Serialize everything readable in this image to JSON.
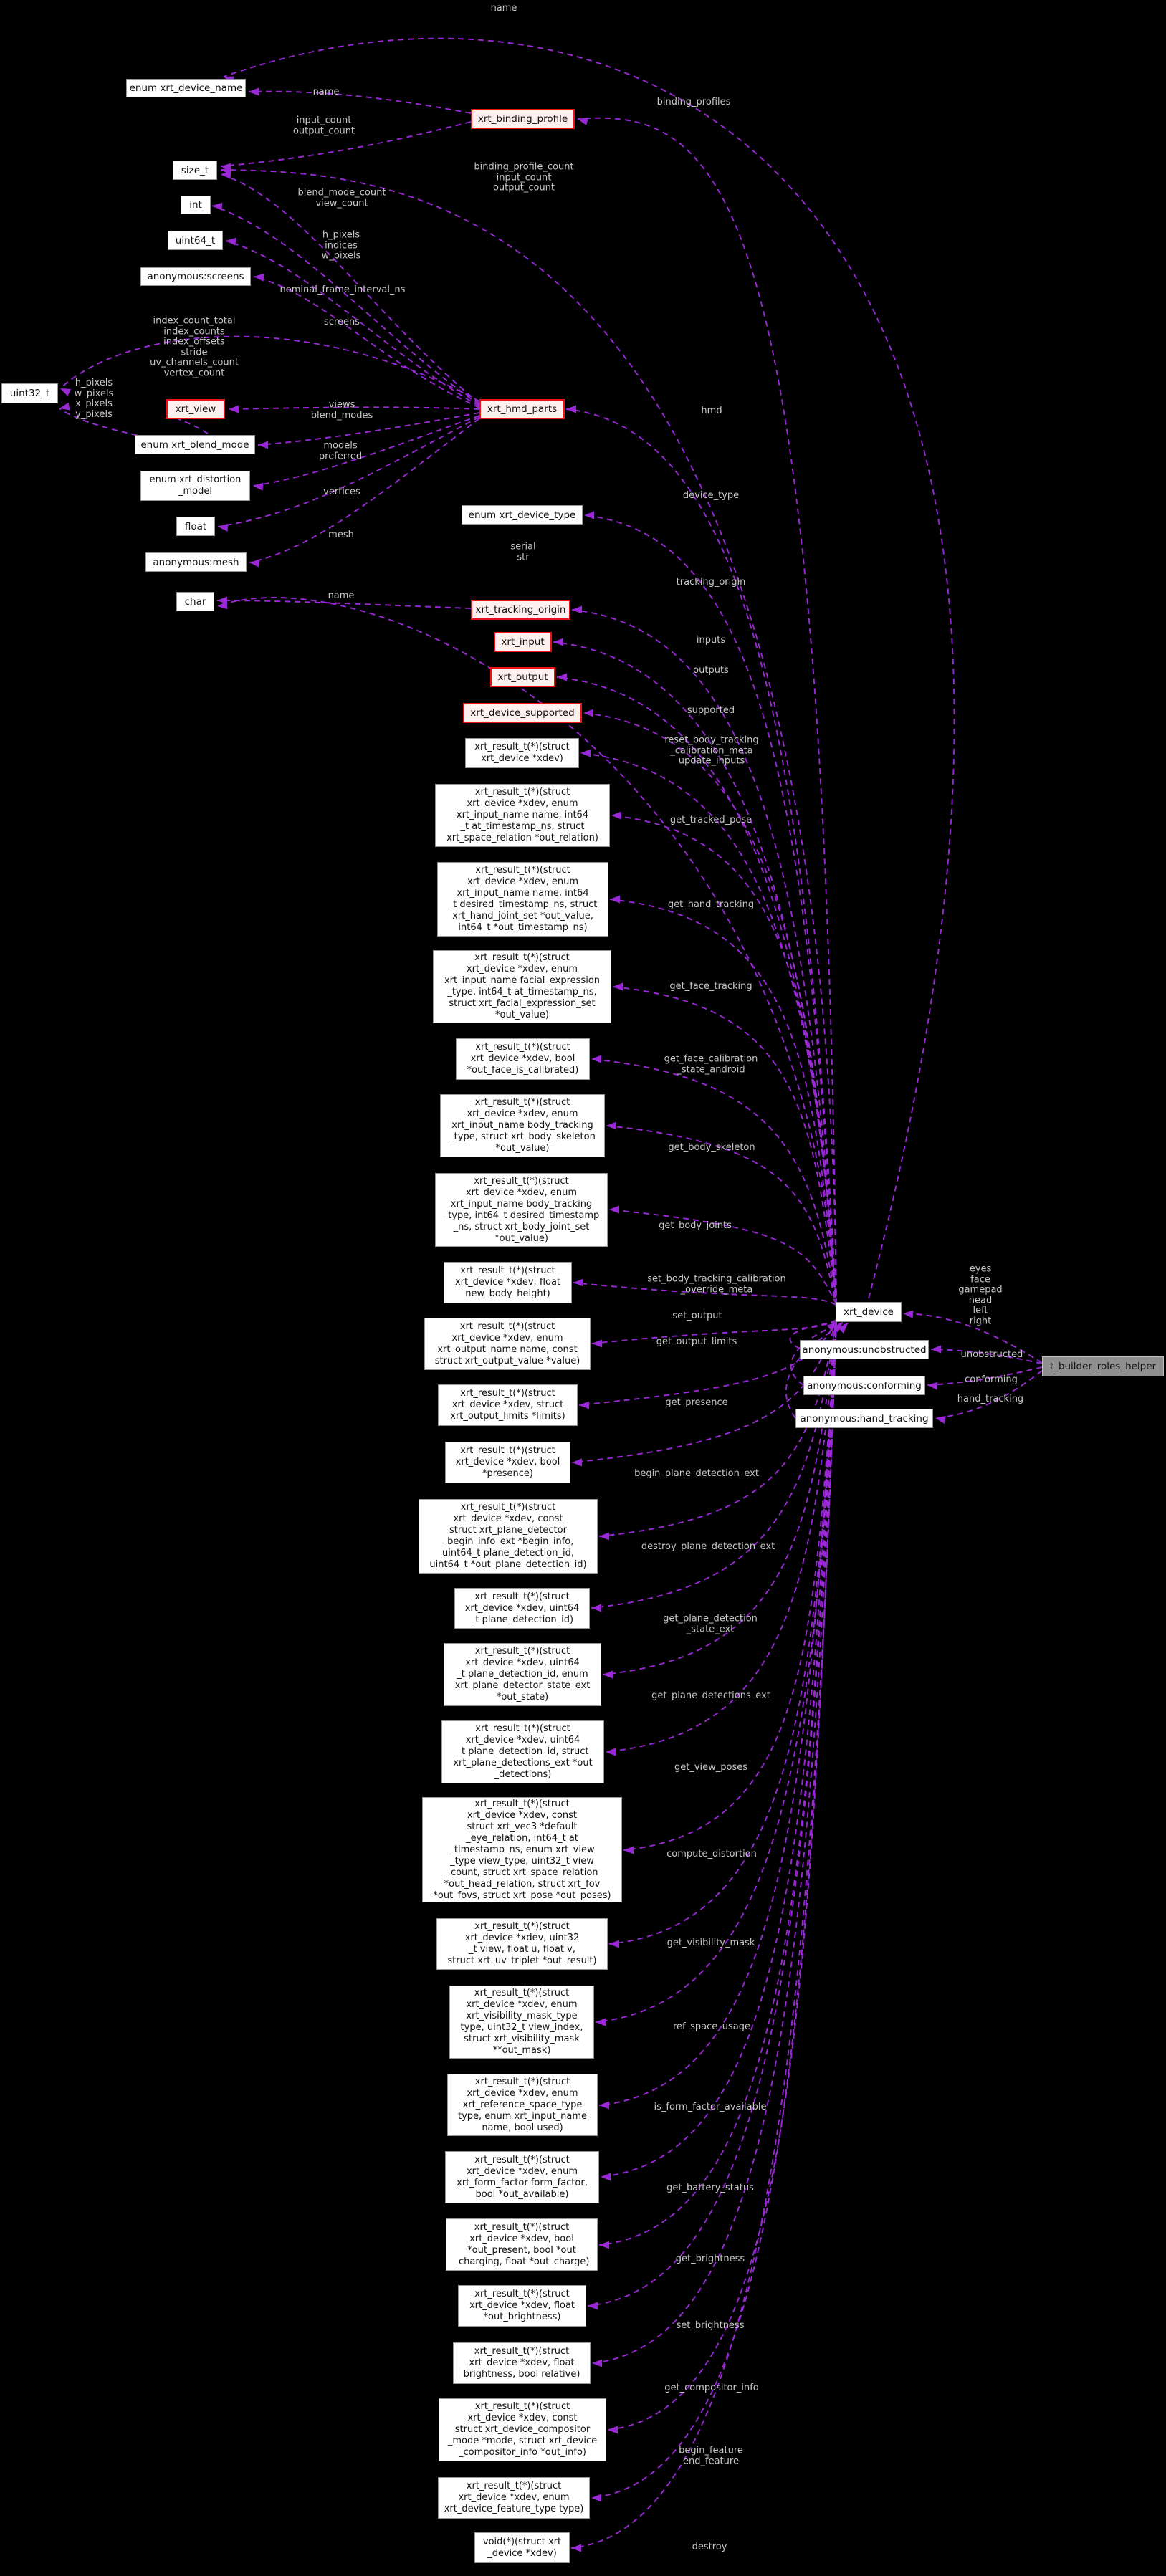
{
  "diagram": {
    "title": "xrt_device collaboration graph",
    "colors": {
      "background": "#000000",
      "edge": "#9a28d7",
      "edge_label": "#c8c8c8",
      "node_fill": "#ffffff",
      "node_border": "#969696",
      "red_node_border": "#ee1111",
      "red_node_fill": "#fff0f0",
      "gray_node_fill": "#8f8f8f"
    }
  },
  "nodes": [
    {
      "id": "enum_xrt_device_name",
      "style": "plain",
      "label": "enum xrt_device_name"
    },
    {
      "id": "xrt_binding_profile",
      "style": "red",
      "label": "xrt_binding_profile"
    },
    {
      "id": "size_t",
      "style": "plain",
      "label": "size_t"
    },
    {
      "id": "int",
      "style": "plain",
      "label": "int"
    },
    {
      "id": "uint64_t",
      "style": "plain",
      "label": "uint64_t"
    },
    {
      "id": "anonymous_screens",
      "style": "plain",
      "label": "anonymous:screens"
    },
    {
      "id": "uint32_t",
      "style": "plain",
      "label": "uint32_t"
    },
    {
      "id": "xrt_view",
      "style": "red",
      "label": "xrt_view"
    },
    {
      "id": "enum_xrt_blend_mode",
      "style": "plain",
      "label": "enum xrt_blend_mode"
    },
    {
      "id": "enum_xrt_distortion_model",
      "style": "plain",
      "label": "enum xrt_distortion\n_model"
    },
    {
      "id": "float",
      "style": "plain",
      "label": "float"
    },
    {
      "id": "anonymous_mesh",
      "style": "plain",
      "label": "anonymous:mesh"
    },
    {
      "id": "char",
      "style": "plain",
      "label": "char"
    },
    {
      "id": "xrt_hmd_parts",
      "style": "red",
      "label": "xrt_hmd_parts"
    },
    {
      "id": "enum_xrt_device_type",
      "style": "plain",
      "label": "enum xrt_device_type"
    },
    {
      "id": "xrt_tracking_origin",
      "style": "red",
      "label": "xrt_tracking_origin"
    },
    {
      "id": "xrt_input",
      "style": "red",
      "label": "xrt_input"
    },
    {
      "id": "xrt_output",
      "style": "red",
      "label": "xrt_output"
    },
    {
      "id": "xrt_device_supported",
      "style": "red",
      "label": "xrt_device_supported"
    },
    {
      "id": "fn_update_inputs",
      "style": "plain",
      "label": "xrt_result_t(*)(struct\nxrt_device *xdev)"
    },
    {
      "id": "fn_get_tracked_pose",
      "style": "plain",
      "label": "xrt_result_t(*)(struct\nxrt_device *xdev, enum\nxrt_input_name name, int64\n_t at_timestamp_ns, struct\nxrt_space_relation *out_relation)"
    },
    {
      "id": "fn_get_hand_tracking",
      "style": "plain",
      "label": "xrt_result_t(*)(struct\nxrt_device *xdev, enum\nxrt_input_name name, int64\n_t desired_timestamp_ns, struct\nxrt_hand_joint_set *out_value,\nint64_t *out_timestamp_ns)"
    },
    {
      "id": "fn_get_face_tracking",
      "style": "plain",
      "label": "xrt_result_t(*)(struct\nxrt_device *xdev, enum\nxrt_input_name facial_expression\n_type, int64_t at_timestamp_ns,\nstruct xrt_facial_expression_set\n*out_value)"
    },
    {
      "id": "fn_get_face_calibration",
      "style": "plain",
      "label": "xrt_result_t(*)(struct\nxrt_device *xdev, bool\n*out_face_is_calibrated)"
    },
    {
      "id": "fn_get_body_skeleton",
      "style": "plain",
      "label": "xrt_result_t(*)(struct\nxrt_device *xdev, enum\nxrt_input_name body_tracking\n_type, struct xrt_body_skeleton\n*out_value)"
    },
    {
      "id": "fn_get_body_joints",
      "style": "plain",
      "label": "xrt_result_t(*)(struct\nxrt_device *xdev, enum\nxrt_input_name body_tracking\n_type, int64_t desired_timestamp\n_ns, struct xrt_body_joint_set\n*out_value)"
    },
    {
      "id": "fn_set_body_height",
      "style": "plain",
      "label": "xrt_result_t(*)(struct\nxrt_device *xdev, float\nnew_body_height)"
    },
    {
      "id": "fn_set_output",
      "style": "plain",
      "label": "xrt_result_t(*)(struct\nxrt_device *xdev, enum\nxrt_output_name name, const\nstruct xrt_output_value *value)"
    },
    {
      "id": "fn_get_output_limits",
      "style": "plain",
      "label": "xrt_result_t(*)(struct\nxrt_device *xdev, struct\nxrt_output_limits *limits)"
    },
    {
      "id": "fn_get_presence",
      "style": "plain",
      "label": "xrt_result_t(*)(struct\nxrt_device *xdev, bool\n*presence)"
    },
    {
      "id": "fn_begin_plane_detection",
      "style": "plain",
      "label": "xrt_result_t(*)(struct\nxrt_device *xdev, const\nstruct xrt_plane_detector\n_begin_info_ext *begin_info,\nuint64_t plane_detection_id,\nuint64_t *out_plane_detection_id)"
    },
    {
      "id": "fn_destroy_plane_detection",
      "style": "plain",
      "label": "xrt_result_t(*)(struct\nxrt_device *xdev, uint64\n_t plane_detection_id)"
    },
    {
      "id": "fn_get_plane_detection_state",
      "style": "plain",
      "label": "xrt_result_t(*)(struct\nxrt_device *xdev, uint64\n_t plane_detection_id, enum\nxrt_plane_detector_state_ext\n*out_state)"
    },
    {
      "id": "fn_get_plane_detections",
      "style": "plain",
      "label": "xrt_result_t(*)(struct\nxrt_device *xdev, uint64\n_t plane_detection_id, struct\nxrt_plane_detections_ext *out\n_detections)"
    },
    {
      "id": "fn_get_view_poses",
      "style": "plain",
      "label": "xrt_result_t(*)(struct\nxrt_device *xdev, const\nstruct xrt_vec3 *default\n_eye_relation, int64_t at\n_timestamp_ns, enum xrt_view\n_type view_type, uint32_t view\n_count, struct xrt_space_relation\n*out_head_relation, struct xrt_fov\n*out_fovs, struct xrt_pose *out_poses)"
    },
    {
      "id": "fn_compute_distortion",
      "style": "plain",
      "label": "xrt_result_t(*)(struct\nxrt_device *xdev, uint32\n_t view, float u, float v,\nstruct xrt_uv_triplet *out_result)"
    },
    {
      "id": "fn_get_visibility_mask",
      "style": "plain",
      "label": "xrt_result_t(*)(struct\nxrt_device *xdev, enum\nxrt_visibility_mask_type\ntype, uint32_t view_index,\nstruct xrt_visibility_mask\n**out_mask)"
    },
    {
      "id": "fn_ref_space_usage",
      "style": "plain",
      "label": "xrt_result_t(*)(struct\nxrt_device *xdev, enum\nxrt_reference_space_type\ntype, enum xrt_input_name\nname, bool used)"
    },
    {
      "id": "fn_is_form_factor",
      "style": "plain",
      "label": "xrt_result_t(*)(struct\nxrt_device *xdev, enum\nxrt_form_factor form_factor,\nbool *out_available)"
    },
    {
      "id": "fn_get_battery_status",
      "style": "plain",
      "label": "xrt_result_t(*)(struct\nxrt_device *xdev, bool\n*out_present, bool *out\n_charging, float *out_charge)"
    },
    {
      "id": "fn_get_brightness",
      "style": "plain",
      "label": "xrt_result_t(*)(struct\nxrt_device *xdev, float\n*out_brightness)"
    },
    {
      "id": "fn_set_brightness",
      "style": "plain",
      "label": "xrt_result_t(*)(struct\nxrt_device *xdev, float\nbrightness, bool relative)"
    },
    {
      "id": "fn_get_compositor_info",
      "style": "plain",
      "label": "xrt_result_t(*)(struct\nxrt_device *xdev, const\nstruct xrt_device_compositor\n_mode *mode, struct xrt_device\n_compositor_info *out_info)"
    },
    {
      "id": "fn_begin_feature",
      "style": "plain",
      "label": "xrt_result_t(*)(struct\nxrt_device *xdev, enum\nxrt_device_feature_type type)"
    },
    {
      "id": "fn_destroy",
      "style": "plain",
      "label": "void(*)(struct xrt\n_device *xdev)"
    },
    {
      "id": "xrt_device",
      "style": "plain",
      "label": "xrt_device"
    },
    {
      "id": "anonymous_unobstructed",
      "style": "plain",
      "label": "anonymous:unobstructed"
    },
    {
      "id": "anonymous_conforming",
      "style": "plain",
      "label": "anonymous:conforming"
    },
    {
      "id": "anonymous_hand_tracking",
      "style": "plain",
      "label": "anonymous:hand_tracking"
    },
    {
      "id": "t_builder_roles_helper",
      "style": "gray",
      "label": "t_builder_roles_helper"
    }
  ],
  "edge_labels": [
    {
      "id": "name_top",
      "text": "name"
    },
    {
      "id": "name2",
      "text": "name"
    },
    {
      "id": "input_output_count",
      "text": "input_count\noutput_count"
    },
    {
      "id": "binding_profiles",
      "text": "binding_profiles"
    },
    {
      "id": "bpc",
      "text": "binding_profile_count\ninput_count\noutput_count"
    },
    {
      "id": "blend_view_count",
      "text": "blend_mode_count\nview_count"
    },
    {
      "id": "hiw",
      "text": "h_pixels\nindices\nw_pixels"
    },
    {
      "id": "nominal",
      "text": "nominal_frame_interval_ns"
    },
    {
      "id": "screens",
      "text": "screens"
    },
    {
      "id": "index6",
      "text": "index_count_total\nindex_counts\nindex_offsets\nstride\nuv_channels_count\nvertex_count"
    },
    {
      "id": "pix4",
      "text": "h_pixels\nw_pixels\nx_pixels\ny_pixels"
    },
    {
      "id": "views_blend",
      "text": "views\nblend_modes"
    },
    {
      "id": "models_pref",
      "text": "models\npreferred"
    },
    {
      "id": "vertices",
      "text": "vertices"
    },
    {
      "id": "mesh",
      "text": "mesh"
    },
    {
      "id": "name3",
      "text": "name"
    },
    {
      "id": "hmd",
      "text": "hmd"
    },
    {
      "id": "device_type",
      "text": "device_type"
    },
    {
      "id": "serial_str",
      "text": "serial\nstr"
    },
    {
      "id": "tracking_origin",
      "text": "tracking_origin"
    },
    {
      "id": "inputs",
      "text": "inputs"
    },
    {
      "id": "outputs",
      "text": "outputs"
    },
    {
      "id": "supported",
      "text": "supported"
    },
    {
      "id": "reset_body",
      "text": "reset_body_tracking\n_calibration_meta\nupdate_inputs"
    },
    {
      "id": "get_tracked_pose",
      "text": "get_tracked_pose"
    },
    {
      "id": "get_hand_tracking",
      "text": "get_hand_tracking"
    },
    {
      "id": "get_face_tracking",
      "text": "get_face_tracking"
    },
    {
      "id": "get_face_calibration",
      "text": "get_face_calibration\n_state_android"
    },
    {
      "id": "get_body_skeleton",
      "text": "get_body_skeleton"
    },
    {
      "id": "get_body_joints",
      "text": "get_body_joints"
    },
    {
      "id": "set_body_cal",
      "text": "set_body_tracking_calibration\n_override_meta"
    },
    {
      "id": "set_output",
      "text": "set_output"
    },
    {
      "id": "get_output_limits",
      "text": "get_output_limits"
    },
    {
      "id": "get_presence",
      "text": "get_presence"
    },
    {
      "id": "begin_plane",
      "text": "begin_plane_detection_ext"
    },
    {
      "id": "destroy_plane",
      "text": "destroy_plane_detection_ext"
    },
    {
      "id": "get_plane_state",
      "text": "get_plane_detection\n_state_ext"
    },
    {
      "id": "get_plane_detections",
      "text": "get_plane_detections_ext"
    },
    {
      "id": "get_view_poses",
      "text": "get_view_poses"
    },
    {
      "id": "compute_distortion",
      "text": "compute_distortion"
    },
    {
      "id": "get_visibility",
      "text": "get_visibility_mask"
    },
    {
      "id": "ref_space_usage",
      "text": "ref_space_usage"
    },
    {
      "id": "is_form_factor",
      "text": "is_form_factor_available"
    },
    {
      "id": "get_battery",
      "text": "get_battery_status"
    },
    {
      "id": "get_brightness",
      "text": "get_brightness"
    },
    {
      "id": "set_brightness",
      "text": "set_brightness"
    },
    {
      "id": "get_compositor",
      "text": "get_compositor_info"
    },
    {
      "id": "begin_end_feature",
      "text": "begin_feature\nend_feature"
    },
    {
      "id": "destroy",
      "text": "destroy"
    },
    {
      "id": "eyes6",
      "text": "eyes\nface\ngamepad\nhead\nleft\nright"
    },
    {
      "id": "unobstructed",
      "text": "unobstructed"
    },
    {
      "id": "conforming",
      "text": "conforming"
    },
    {
      "id": "hand_tracking",
      "text": "hand_tracking"
    }
  ]
}
